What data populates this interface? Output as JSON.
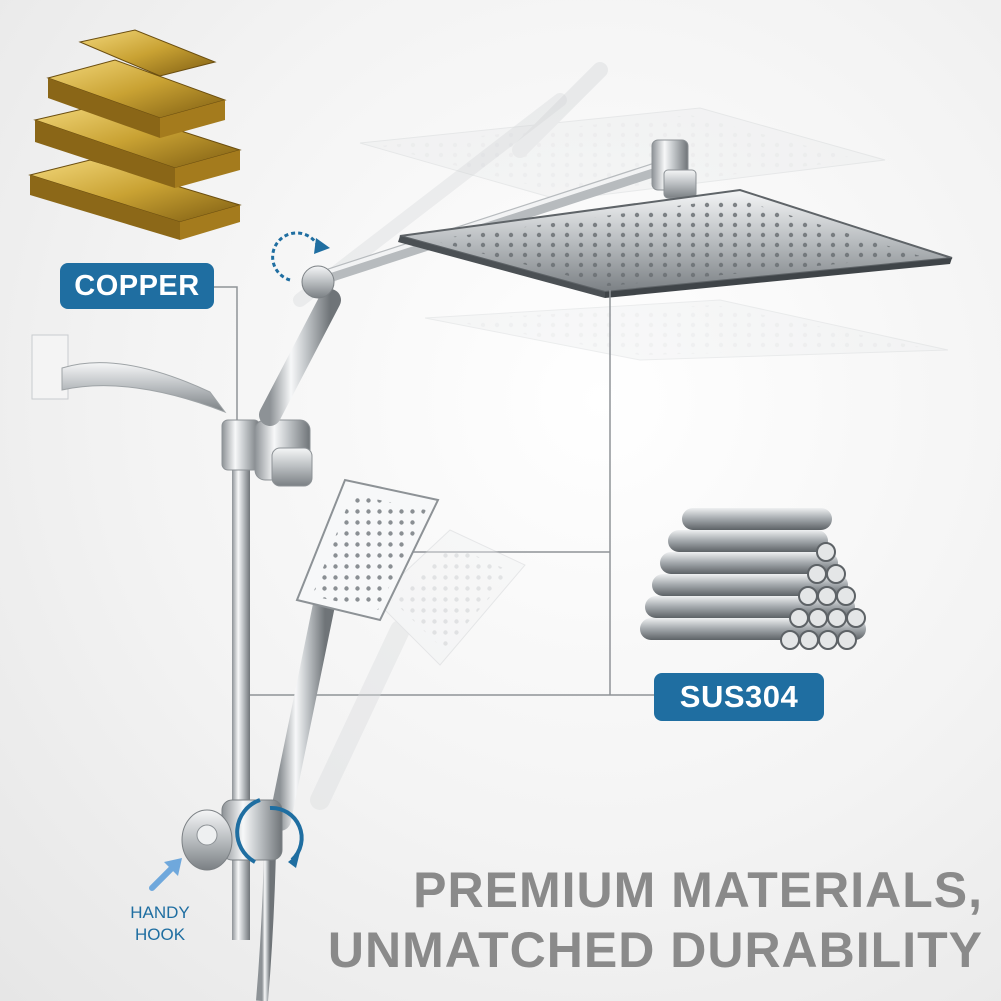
{
  "labels": {
    "copper": "COPPER",
    "sus304": "SUS304",
    "hook_line1": "HANDY",
    "hook_line2": "HOOK"
  },
  "headline": {
    "line1": "PREMIUM MATERIALS,",
    "line2": "UNMATCHED DURABILITY"
  },
  "colors": {
    "badge": "#1f6ea1",
    "headline": "#8a8a8a",
    "gold": "#c9a233",
    "chrome": "#cfd3d6"
  },
  "icons": [
    "gold-bars-icon",
    "steel-pipes-icon",
    "rotate-arrow-icon",
    "pointer-arrow-icon"
  ]
}
